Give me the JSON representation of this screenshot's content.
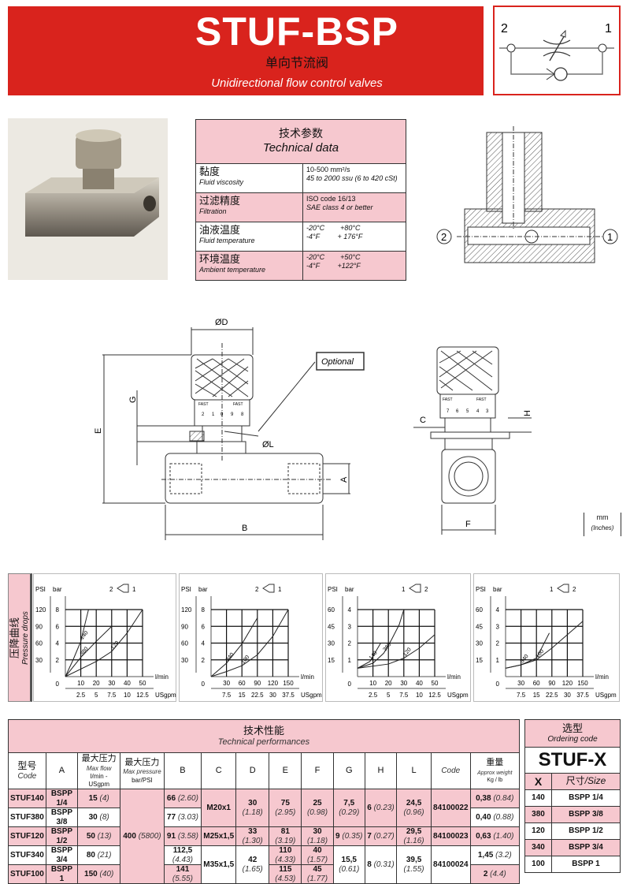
{
  "header": {
    "title": "STUF-BSP",
    "subtitle_cn": "单向节流阀",
    "subtitle_en": "Unidirectional flow control valves"
  },
  "symbol": {
    "port_left": "2",
    "port_right": "1"
  },
  "technical_data": {
    "title_cn": "技术参数",
    "title_en": "Technical data",
    "rows": [
      {
        "cn": "黏度",
        "en": "Fluid viscosity",
        "v1": "10-500 mm²/s",
        "v2": "45 to 2000 ssu (6 to 420 cSt)"
      },
      {
        "cn": "过滤精度",
        "en": "Filtration",
        "v1": "ISO code 16/13",
        "v2": "SAE class 4 or better"
      },
      {
        "cn": "油液温度",
        "en": "Fluid temperature",
        "v1": "-20°C        +80°C",
        "v2": "-4°F         + 176°F"
      },
      {
        "cn": "环境温度",
        "en": "Ambient temperature",
        "v1": "-20°C        +50°C",
        "v2": "-4°F         +122°F"
      }
    ]
  },
  "section_drawing": {
    "port_left": "2",
    "port_right": "1"
  },
  "dimension_drawing": {
    "d": "ØD",
    "g": "G",
    "e": "E",
    "optional": "Optional",
    "l": "ØL",
    "a": "A",
    "b": "B",
    "c": "C",
    "h": "H",
    "f": "F",
    "fast": "FAST",
    "scale_front": [
      "2",
      "1",
      "0",
      "9",
      "8"
    ],
    "scale_side": [
      "7",
      "6",
      "5",
      "4",
      "3"
    ]
  },
  "units": {
    "mm": "mm",
    "inches": "(Inches)"
  },
  "pressure_drops": {
    "label_cn": "压降曲线",
    "label_en": "Pressure drops"
  },
  "chart_data": [
    {
      "type": "line",
      "direction": [
        "2",
        "1"
      ],
      "xlabel": "l/min",
      "x2label": "USgpm",
      "y1label": "PSI",
      "y2label": "bar",
      "xlim": [
        0,
        50
      ],
      "ylim": [
        0,
        8
      ],
      "xticks": [
        10,
        20,
        30,
        40,
        50
      ],
      "x2ticks": [
        "2.5",
        "5",
        "7.5",
        "10",
        "12.5"
      ],
      "yticks": [
        0,
        2,
        4,
        6,
        8
      ],
      "psiticks": [
        "30",
        "60",
        "90",
        "120"
      ],
      "series": [
        {
          "name": "140",
          "points": [
            [
              0,
              0
            ],
            [
              5,
              2
            ],
            [
              10,
              4.2
            ],
            [
              13,
              6.5
            ],
            [
              15,
              8
            ]
          ]
        },
        {
          "name": "380",
          "points": [
            [
              0,
              0
            ],
            [
              10,
              2.3
            ],
            [
              20,
              4.2
            ],
            [
              30,
              6
            ]
          ]
        },
        {
          "name": "120",
          "points": [
            [
              0,
              0
            ],
            [
              20,
              1.8
            ],
            [
              30,
              3
            ],
            [
              40,
              5.2
            ],
            [
              50,
              8
            ]
          ]
        }
      ]
    },
    {
      "type": "line",
      "direction": [
        "2",
        "1"
      ],
      "xlabel": "l/min",
      "x2label": "USgpm",
      "y1label": "PSI",
      "y2label": "bar",
      "xlim": [
        0,
        150
      ],
      "ylim": [
        0,
        8
      ],
      "xticks": [
        30,
        60,
        90,
        120,
        150
      ],
      "x2ticks": [
        "7.5",
        "15",
        "22.5",
        "30",
        "37.5"
      ],
      "yticks": [
        0,
        2,
        4,
        6,
        8
      ],
      "psiticks": [
        "30",
        "60",
        "90",
        "120"
      ],
      "series": [
        {
          "name": "340",
          "points": [
            [
              0,
              0
            ],
            [
              30,
              1.6
            ],
            [
              60,
              3.9
            ],
            [
              90,
              7
            ]
          ]
        },
        {
          "name": "100",
          "points": [
            [
              0,
              0
            ],
            [
              30,
              0.6
            ],
            [
              60,
              1.3
            ],
            [
              90,
              2.6
            ],
            [
              120,
              4.8
            ],
            [
              150,
              8
            ]
          ]
        }
      ]
    },
    {
      "type": "line",
      "direction": [
        "1",
        "2"
      ],
      "xlabel": "l/min",
      "x2label": "USgpm",
      "y1label": "PSI",
      "y2label": "bar",
      "xlim": [
        0,
        50
      ],
      "ylim": [
        0,
        4
      ],
      "xticks": [
        10,
        20,
        30,
        40,
        50
      ],
      "x2ticks": [
        "2.5",
        "5",
        "7.5",
        "10",
        "12.5"
      ],
      "yticks": [
        0,
        1,
        2,
        3,
        4
      ],
      "psiticks": [
        "15",
        "30",
        "45",
        "60"
      ],
      "series": [
        {
          "name": "140",
          "points": [
            [
              0,
              0.5
            ],
            [
              8,
              0.9
            ],
            [
              15,
              2
            ]
          ]
        },
        {
          "name": "380",
          "points": [
            [
              0,
              0.5
            ],
            [
              10,
              0.8
            ],
            [
              17,
              1.4
            ],
            [
              22,
              2.2
            ],
            [
              27,
              3.1
            ],
            [
              30,
              4
            ]
          ]
        },
        {
          "name": "120",
          "points": [
            [
              0,
              0.5
            ],
            [
              20,
              0.75
            ],
            [
              30,
              1.1
            ],
            [
              40,
              1.7
            ],
            [
              50,
              2.5
            ]
          ]
        }
      ]
    },
    {
      "type": "line",
      "direction": [
        "1",
        "2"
      ],
      "xlabel": "l/min",
      "x2label": "USgpm",
      "y1label": "PSI",
      "y2label": "bar",
      "xlim": [
        0,
        150
      ],
      "ylim": [
        0,
        4
      ],
      "xticks": [
        30,
        60,
        90,
        120,
        150
      ],
      "x2ticks": [
        "7.5",
        "15",
        "22.5",
        "30",
        "37.5"
      ],
      "yticks": [
        0,
        1,
        2,
        3,
        4
      ],
      "psiticks": [
        "15",
        "30",
        "45",
        "60"
      ],
      "series": [
        {
          "name": "340",
          "points": [
            [
              0,
              0.5
            ],
            [
              30,
              0.7
            ],
            [
              60,
              1.1
            ],
            [
              85,
              2.6
            ]
          ]
        },
        {
          "name": "100",
          "points": [
            [
              0,
              0.5
            ],
            [
              30,
              0.7
            ],
            [
              60,
              1
            ],
            [
              90,
              1.7
            ],
            [
              120,
              2.5
            ],
            [
              150,
              3.3
            ]
          ]
        }
      ]
    }
  ],
  "performance": {
    "title_cn": "技术性能",
    "title_en": "Technical performances",
    "headers": {
      "code_cn": "型号",
      "code_en": "Code",
      "a": "A",
      "flow_cn": "最大压力",
      "flow_en": "Max flow",
      "flow_unit": "l/min - USgpm",
      "press_cn": "最大压力",
      "press_en": "Max pressure",
      "press_unit": "bar/PSI",
      "b": "B",
      "c": "C",
      "d": "D",
      "e": "E",
      "f": "F",
      "g": "G",
      "h": "H",
      "l": "L",
      "code": "Code",
      "weight_cn": "重量",
      "weight_en": "Approx weight",
      "weight_unit": "Kg / lb"
    },
    "pressure": {
      "v": "400",
      "u": "(5800)"
    },
    "rows": [
      {
        "code": "STUF140",
        "a": "BSPP 1/4",
        "flow": "15",
        "flow_u": "(4)",
        "b": "66",
        "b_u": "(2.60)",
        "e": "75",
        "e_u": "(2.95)",
        "f": "25",
        "f_u": "(0.98)",
        "w": "0,38",
        "w_u": "(0.84)"
      },
      {
        "code": "STUF380",
        "a": "BSPP 3/8",
        "flow": "30",
        "flow_u": "(8)",
        "b": "77",
        "b_u": "(3.03)",
        "w": "0,40",
        "w_u": "(0.88)"
      },
      {
        "code": "STUF120",
        "a": "BSPP 1/2",
        "flow": "50",
        "flow_u": "(13)",
        "b": "91",
        "b_u": "(3.58)",
        "e": "81",
        "e_u": "(3.19)",
        "f": "30",
        "f_u": "(1.18)",
        "w": "0,63",
        "w_u": "(1.40)"
      },
      {
        "code": "STUF340",
        "a": "BSPP 3/4",
        "flow": "80",
        "flow_u": "(21)",
        "b": "112,5",
        "b_u": "(4.43)",
        "e": "110",
        "e_u": "(4.33)",
        "f": "40",
        "f_u": "(1.57)",
        "w": "1,45",
        "w_u": "(3.2)"
      },
      {
        "code": "STUF100",
        "a": "BSPP 1",
        "flow": "150",
        "flow_u": "(40)",
        "b": "141",
        "b_u": "(5.55)",
        "e": "115",
        "e_u": "(4.53)",
        "f": "45",
        "f_u": "(1.77)",
        "w": "2",
        "w_u": "(4.4)"
      }
    ],
    "groups": {
      "g1": {
        "c": "M20x1",
        "d": "30",
        "d_u": "(1.18)",
        "g": "7,5",
        "g_u": "(0.29)",
        "h": "6",
        "h_u": "(0.23)",
        "l": "24,5",
        "l_u": "(0.96)",
        "code": "84100022"
      },
      "g2": {
        "c": "M25x1,5",
        "d": "33",
        "d_u": "(1.30)",
        "g": "9",
        "g_u": "(0.35)",
        "h": "7",
        "h_u": "(0.27)",
        "l": "29,5",
        "l_u": "(1.16)",
        "code": "84100023"
      },
      "g3": {
        "c": "M35x1,5",
        "d": "42",
        "d_u": "(1.65)",
        "g": "15,5",
        "g_u": "(0.61)",
        "h": "8",
        "h_u": "(0.31)",
        "l": "39,5",
        "l_u": "(1.55)",
        "code": "84100024"
      }
    }
  },
  "ordering": {
    "title_cn": "选型",
    "title_en": "Ordering code",
    "code": "STUF-X",
    "x_label": "X",
    "size_cn": "尺寸",
    "size_en": "/Size",
    "rows": [
      {
        "x": "140",
        "size": "BSPP 1/4"
      },
      {
        "x": "380",
        "size": "BSPP 3/8"
      },
      {
        "x": "120",
        "size": "BSPP 1/2"
      },
      {
        "x": "340",
        "size": "BSPP 3/4"
      },
      {
        "x": "100",
        "size": "BSPP 1"
      }
    ]
  },
  "colors": {
    "brand_red": "#d9231d",
    "pink": "#f6c8cf"
  }
}
